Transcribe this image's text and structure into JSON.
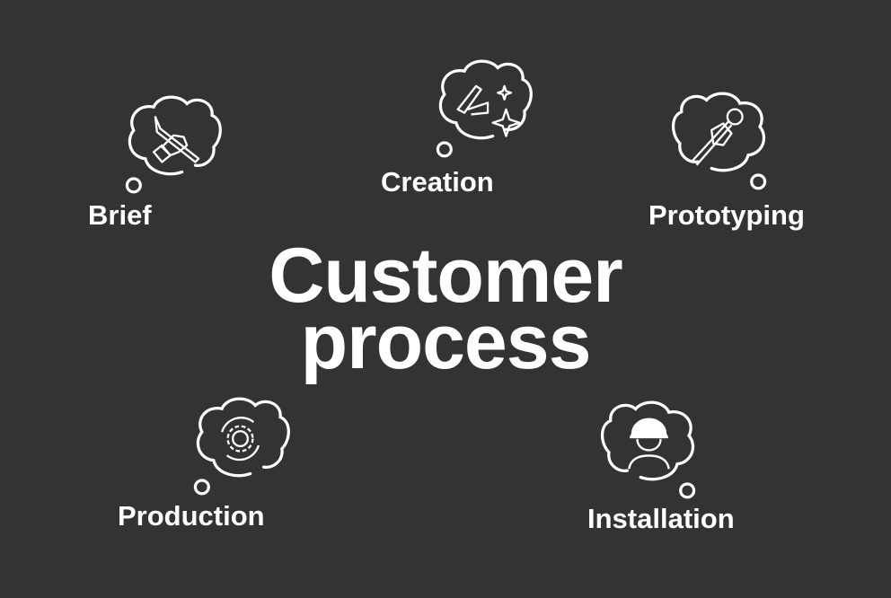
{
  "title": {
    "line1": "Customer",
    "line2": "process"
  },
  "colors": {
    "background": "#343332",
    "foreground": "#ffffff"
  },
  "steps": [
    {
      "label": "Brief",
      "icon": "hand-pencil-icon"
    },
    {
      "label": "Creation",
      "icon": "pen-sparkle-icon"
    },
    {
      "label": "Prototyping",
      "icon": "hand-wrench-icon"
    },
    {
      "label": "Production",
      "icon": "gear-cycle-icon"
    },
    {
      "label": "Installation",
      "icon": "worker-helmet-icon"
    }
  ]
}
